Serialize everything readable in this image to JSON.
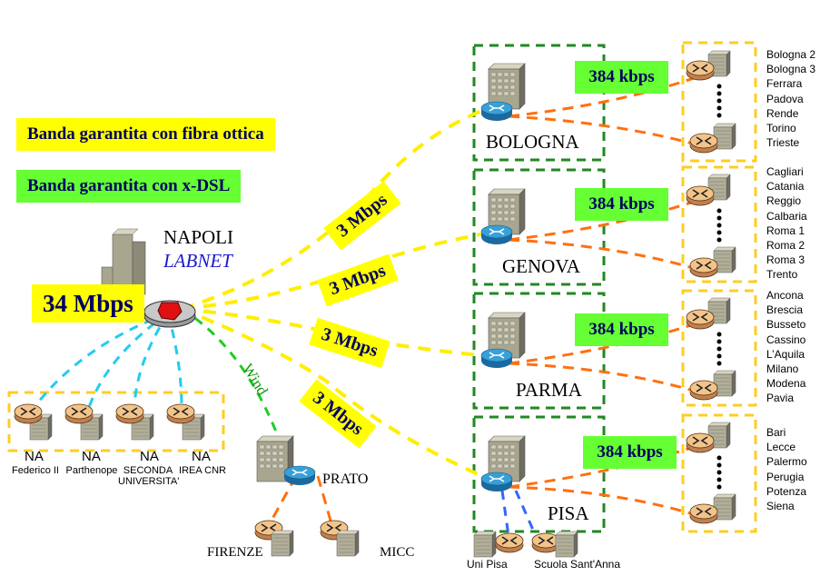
{
  "legend": {
    "fiber": "Banda garantita con fibra ottica",
    "dsl": "Banda garantita con x-DSL",
    "fiber_color": "#ffff00",
    "dsl_color": "#66ff33"
  },
  "hub": {
    "city": "NAPOLI",
    "name": "LABNET",
    "bandwidth": "34 Mbps"
  },
  "links": {
    "to_bologna": "3 Mbps",
    "to_genova": "3 Mbps",
    "to_parma": "3 Mbps",
    "to_pisa": "3 Mbps",
    "wind": "Wind"
  },
  "napoli_sites": [
    {
      "prefix": "NA",
      "name": "Federico II"
    },
    {
      "prefix": "NA",
      "name": "Parthenope"
    },
    {
      "prefix": "NA",
      "name": "SECONDA UNIVERSITA'"
    },
    {
      "prefix": "NA",
      "name": "IREA CNR"
    }
  ],
  "prato": {
    "city": "PRATO",
    "sites": [
      "FIRENZE",
      "MICC"
    ]
  },
  "nodes": [
    {
      "city": "BOLOGNA",
      "bandwidth": "384 kbps",
      "sites": [
        "Bologna 2",
        "Bologna 3",
        "Ferrara",
        "Padova",
        "Rende",
        "Torino",
        "Trieste"
      ]
    },
    {
      "city": "GENOVA",
      "bandwidth": "384 kbps",
      "sites": [
        "Cagliari",
        "Catania",
        "Reggio",
        "Calbaria",
        "Roma 1",
        "Roma 2",
        "Roma 3",
        "Trento"
      ]
    },
    {
      "city": "PARMA",
      "bandwidth": "384 kbps",
      "sites": [
        "Ancona",
        "Brescia",
        "Busseto",
        "Cassino",
        "L’Aquila",
        "Milano",
        "Modena",
        "Pavia"
      ]
    },
    {
      "city": "PISA",
      "bandwidth": "384 kbps",
      "sites": [
        "Bari",
        "Lecce",
        "Palermo",
        "Perugia",
        "Potenza",
        "Siena"
      ]
    }
  ],
  "pisa_sites": [
    "Uni Pisa",
    "Scuola Sant'Anna"
  ],
  "colors": {
    "fiber_link": "#ffee00",
    "dsl_link": "#ff7010",
    "lan_link": "#22ccee",
    "wind_link": "#22cc22",
    "pisa_lan": "#3366ff",
    "node_box": "#228822",
    "site_box": "#ffcc22"
  }
}
